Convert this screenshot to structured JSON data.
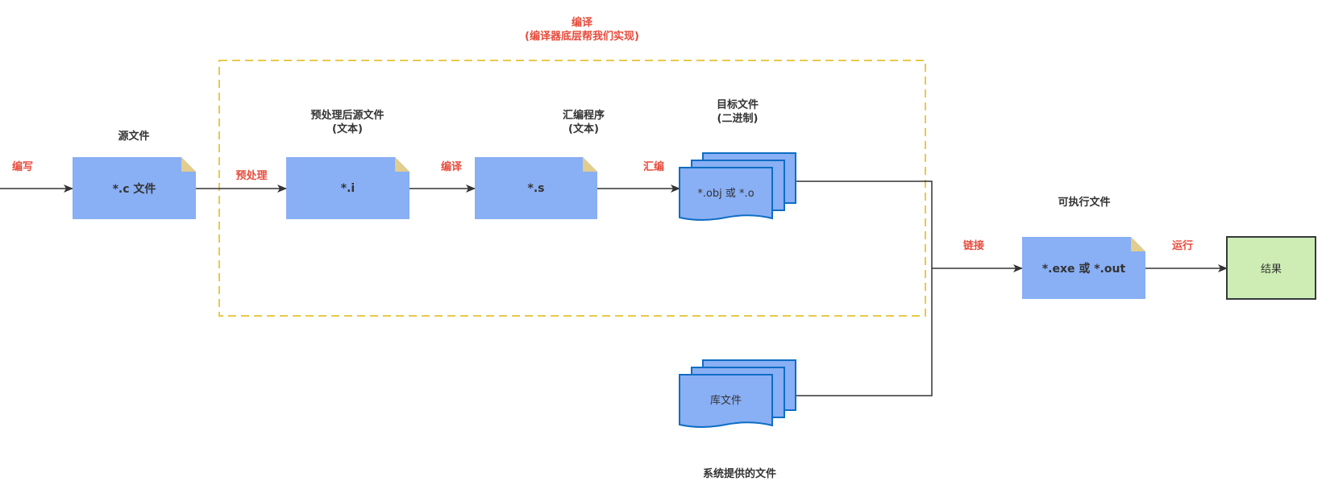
{
  "diagram": {
    "title": {
      "line1": "编译",
      "line2": "(编译器底层帮我们实现)"
    },
    "colors": {
      "file_fill": "#89aff4",
      "fold_fill": "#e2cd8c",
      "stack_fill": "#89aff4",
      "stack_stroke": "#0e6dc4",
      "result_fill": "#cdedb4",
      "result_stroke": "#36393d",
      "edge": "#333333",
      "edge_label": "#e74c3c",
      "group_border": "#e8c94a"
    },
    "nodes": {
      "source": {
        "caption": "源文件",
        "text": "*.c 文件"
      },
      "preprocessed": {
        "caption_line1": "预处理后源文件",
        "caption_line2": "(文本)",
        "text": "*.i"
      },
      "assembly": {
        "caption_line1": "汇编程序",
        "caption_line2": "(文本)",
        "text": "*.s"
      },
      "object": {
        "caption_line1": "目标文件",
        "caption_line2": "(二进制)",
        "text": "*.obj 或 *.o"
      },
      "library": {
        "caption": "系统提供的文件",
        "text": "库文件"
      },
      "executable": {
        "caption": "可执行文件",
        "text": "*.exe 或 *.out"
      },
      "result": {
        "text": "结果"
      }
    },
    "edges": {
      "write": "编写",
      "preprocess": "预处理",
      "compile": "编译",
      "assemble": "汇编",
      "link": "链接",
      "run": "运行"
    }
  }
}
